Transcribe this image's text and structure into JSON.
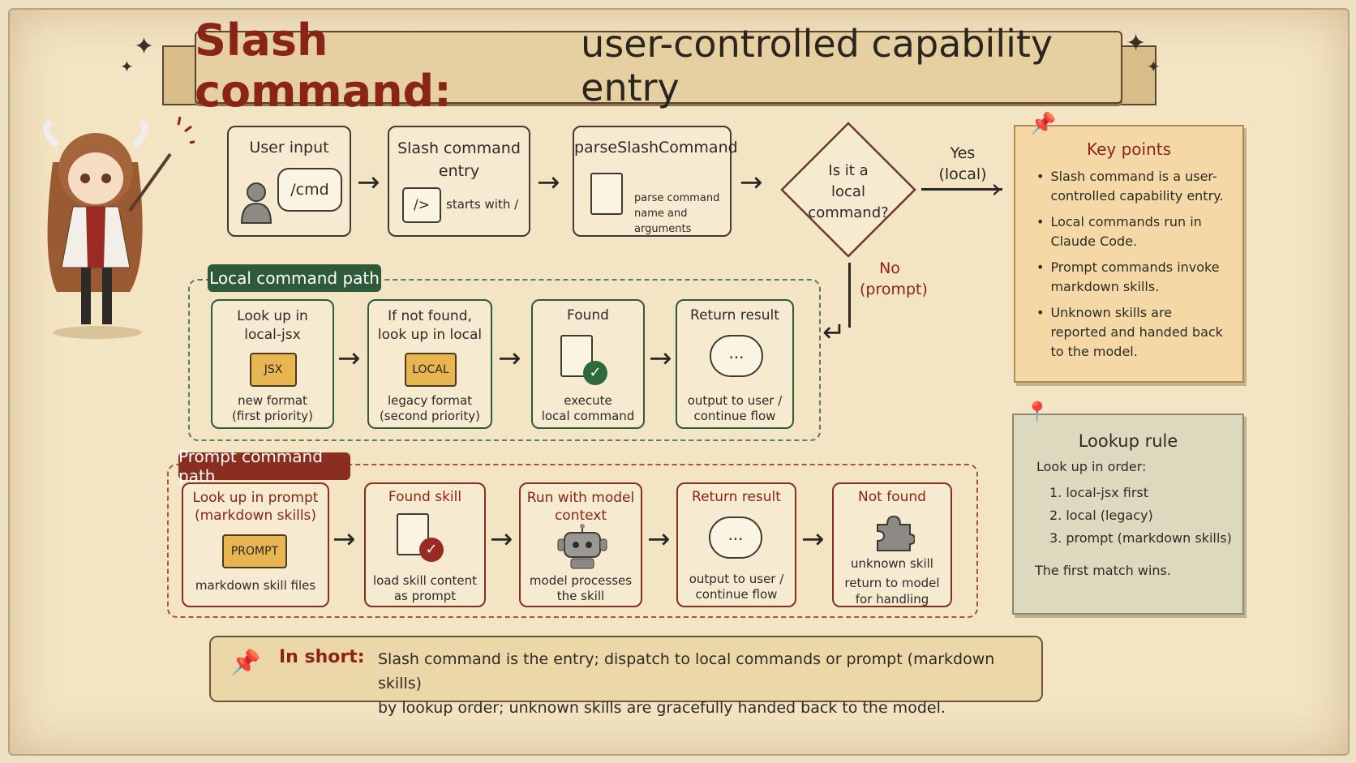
{
  "title": {
    "highlight": "Slash command:",
    "rest": "user-controlled capability entry"
  },
  "top_flow": {
    "user_input": {
      "title": "User input",
      "bubble": "/cmd"
    },
    "slash_entry": {
      "title_line1": "Slash command",
      "title_line2": "entry",
      "terminal": "/>",
      "caption": "starts with /"
    },
    "parse": {
      "title": "parseSlashCommand",
      "caption_line1": "parse command",
      "caption_line2": "name and arguments"
    },
    "decision": {
      "line1": "Is it a",
      "line2": "local command?"
    },
    "yes_label": {
      "line1": "Yes",
      "line2": "(local)"
    },
    "no_label": {
      "line1": "No",
      "line2": "(prompt)"
    }
  },
  "local_path": {
    "tag": "Local command path",
    "steps": [
      {
        "line1": "Look up in",
        "line2": "local-jsx",
        "icon_text": "JSX",
        "cap1": "new format",
        "cap2": "(first priority)"
      },
      {
        "line1": "If not found,",
        "line2": "look up in local",
        "icon_text": "LOCAL",
        "cap1": "legacy format",
        "cap2": "(second priority)"
      },
      {
        "line1": "Found",
        "line2": "",
        "icon_text": "",
        "cap1": "execute",
        "cap2": "local command"
      },
      {
        "line1": "Return result",
        "line2": "",
        "icon_text": "...",
        "cap1": "output to user /",
        "cap2": "continue flow"
      }
    ]
  },
  "prompt_path": {
    "tag": "Prompt command path",
    "steps": [
      {
        "line1": "Look up in prompt",
        "line2": "(markdown skills)",
        "icon_text": "PROMPT",
        "cap1": "markdown skill files",
        "cap2": ""
      },
      {
        "line1": "Found skill",
        "line2": "",
        "icon_text": "",
        "cap1": "load skill content",
        "cap2": "as prompt"
      },
      {
        "line1": "Run with model",
        "line2": "context",
        "icon_text": "",
        "cap1": "model processes",
        "cap2": "the skill"
      },
      {
        "line1": "Return result",
        "line2": "",
        "icon_text": "...",
        "cap1": "output to user /",
        "cap2": "continue flow"
      },
      {
        "line1": "Not found",
        "line2": "",
        "icon_text": "",
        "cap1": "unknown skill",
        "cap2": "return to model",
        "cap3": "for handling"
      }
    ]
  },
  "key_points": {
    "title": "Key points",
    "items": [
      [
        "Slash command is a user-",
        "controlled capability entry."
      ],
      [
        "Local commands run in",
        "Claude Code."
      ],
      [
        "Prompt commands invoke",
        "markdown skills."
      ],
      [
        "Unknown skills are",
        "reported and handed back",
        "to the model."
      ]
    ]
  },
  "lookup_rule": {
    "title": "Lookup rule",
    "intro": "Look up in order:",
    "items": [
      "1.  local-jsx first",
      "2.  local (legacy)",
      "3.  prompt (markdown skills)"
    ],
    "footer": "The first match wins."
  },
  "summary": {
    "label": "In short:",
    "line1": "Slash command is the entry; dispatch to local commands or prompt (markdown skills)",
    "line2": "by lookup order; unknown skills are gracefully handed back to the model."
  },
  "colors": {
    "accent_red": "#8a2418",
    "green_tag": "#2f5a3a",
    "red_tag": "#8a2f20",
    "paper": "#f3e4c3"
  }
}
